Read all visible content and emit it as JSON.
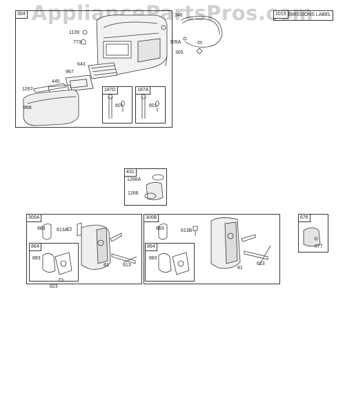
{
  "watermark": "AppliancePartsPros.com",
  "labels": {
    "p304": "304",
    "p1139": "1139",
    "p773": "773",
    "p643": "643",
    "p967": "967",
    "p445": "445",
    "p1267": "1267",
    "p968": "968",
    "p187d": "187D",
    "p187a": "187A",
    "p601a": "601",
    "p601b": "601",
    "p346": "346",
    "p305a": "305A",
    "p305": "305",
    "p1019": "1019",
    "emissions": "EMISSIONS LABEL",
    "p431": "431",
    "p1266a": "1266A",
    "p1266": "1266",
    "p300a": "300A",
    "p883a": "883",
    "p613a": "613A",
    "p864a": "864",
    "p883b": "883",
    "p81a": "81",
    "p613x": "613",
    "p823": "823",
    "p300b": "300B",
    "p883c": "883",
    "p613b": "613B",
    "p864b": "864",
    "p883d": "883",
    "p81b": "81",
    "p613y": "613",
    "p676": "676",
    "p677": "677"
  }
}
